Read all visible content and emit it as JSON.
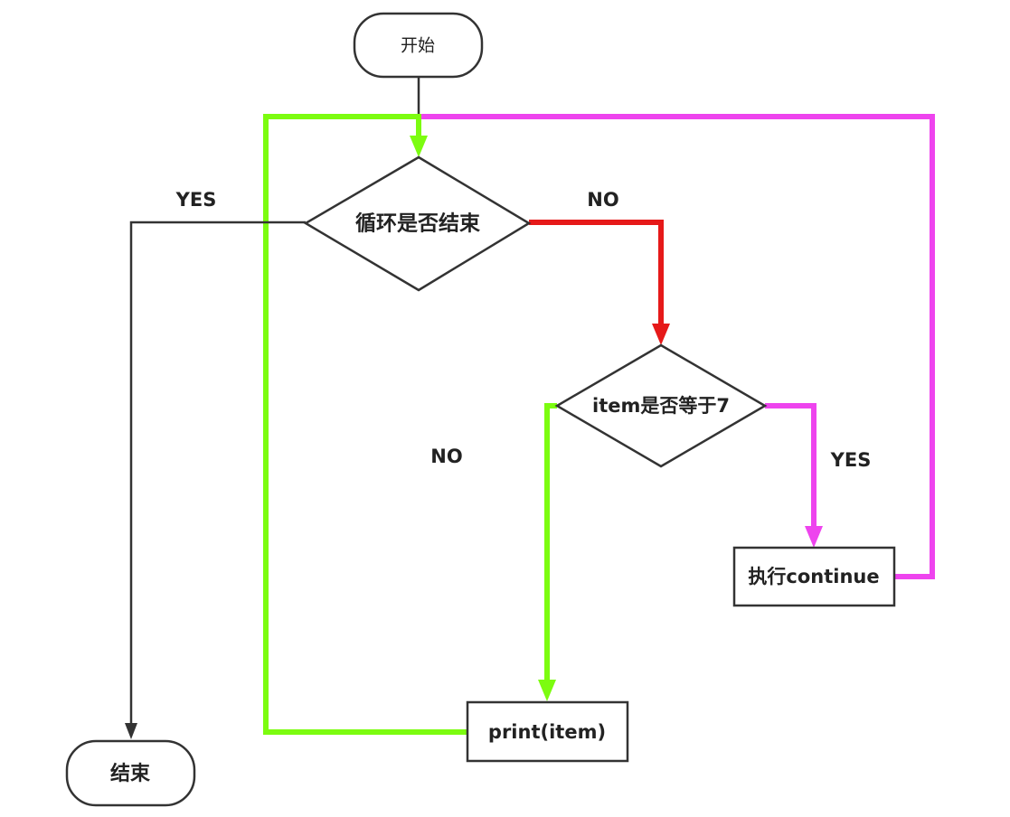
{
  "nodes": {
    "start": "开始",
    "loop_end_check": "循环是否结束",
    "item_check": "item是否等于7",
    "continue_box": "执行continue",
    "print_box": "print(item)",
    "end": "结束"
  },
  "edge_labels": {
    "loop_yes": "YES",
    "loop_no": "NO",
    "item_no": "NO",
    "item_yes": "YES"
  },
  "colors": {
    "loop_back_green": "#7cfc10",
    "continue_magenta": "#ee44ee",
    "no_branch_red": "#e61919",
    "default_line": "#333333"
  }
}
